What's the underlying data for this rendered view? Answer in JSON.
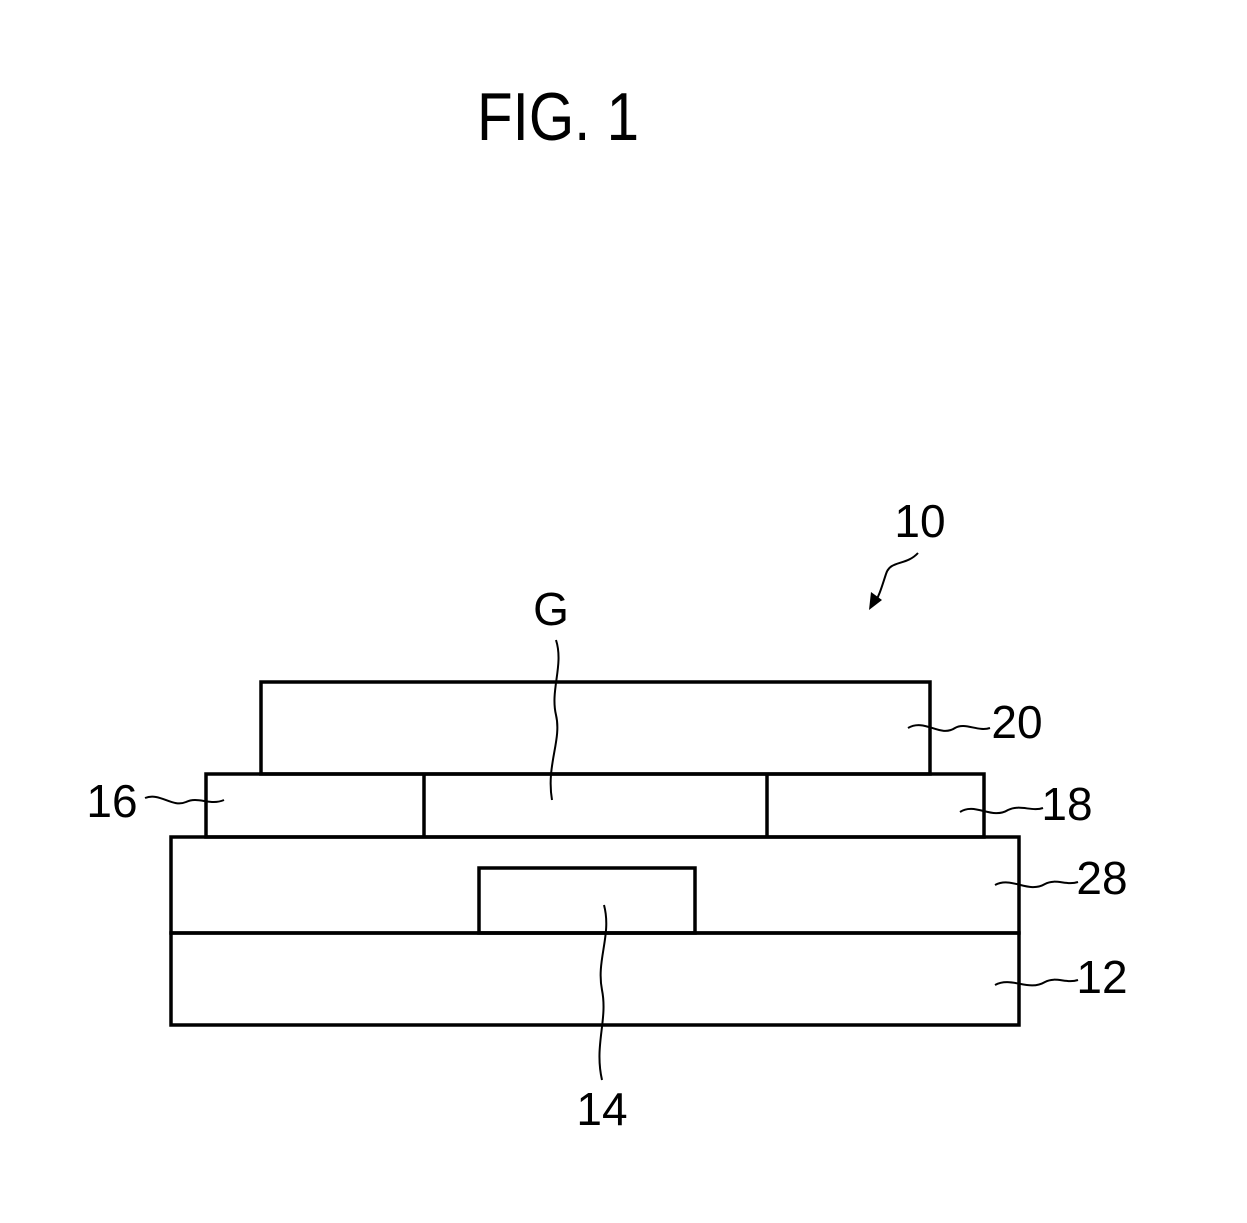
{
  "figure": {
    "title": "FIG. 1",
    "labels": {
      "device": "10",
      "gap": "G",
      "top_layer": "20",
      "left_electrode": "16",
      "right_electrode": "18",
      "insulating_layer": "28",
      "gate_electrode": "14",
      "substrate": "12"
    }
  }
}
